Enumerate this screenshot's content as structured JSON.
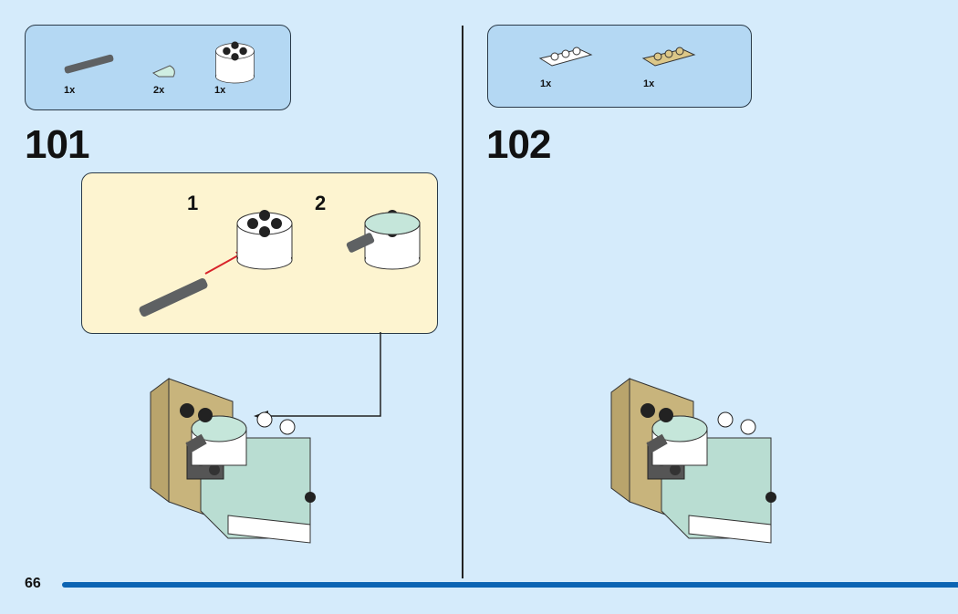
{
  "page_number": "66",
  "steps": [
    {
      "number": "101",
      "parts": [
        {
          "name": "axle-pin",
          "qty": "1x"
        },
        {
          "name": "quarter-round-tile",
          "qty": "2x"
        },
        {
          "name": "round-brick-2x2",
          "qty": "1x"
        }
      ],
      "substeps": [
        "1",
        "2"
      ]
    },
    {
      "number": "102",
      "parts": [
        {
          "name": "white-plate-1x3",
          "qty": "1x"
        },
        {
          "name": "tan-plate-1x3",
          "qty": "1x"
        }
      ]
    }
  ],
  "colors": {
    "background": "#d5ebfb",
    "parts_box": "#b4d8f3",
    "callout": "#fdf4d0",
    "bar": "#0c64b3",
    "arrow": "#d8232a"
  }
}
